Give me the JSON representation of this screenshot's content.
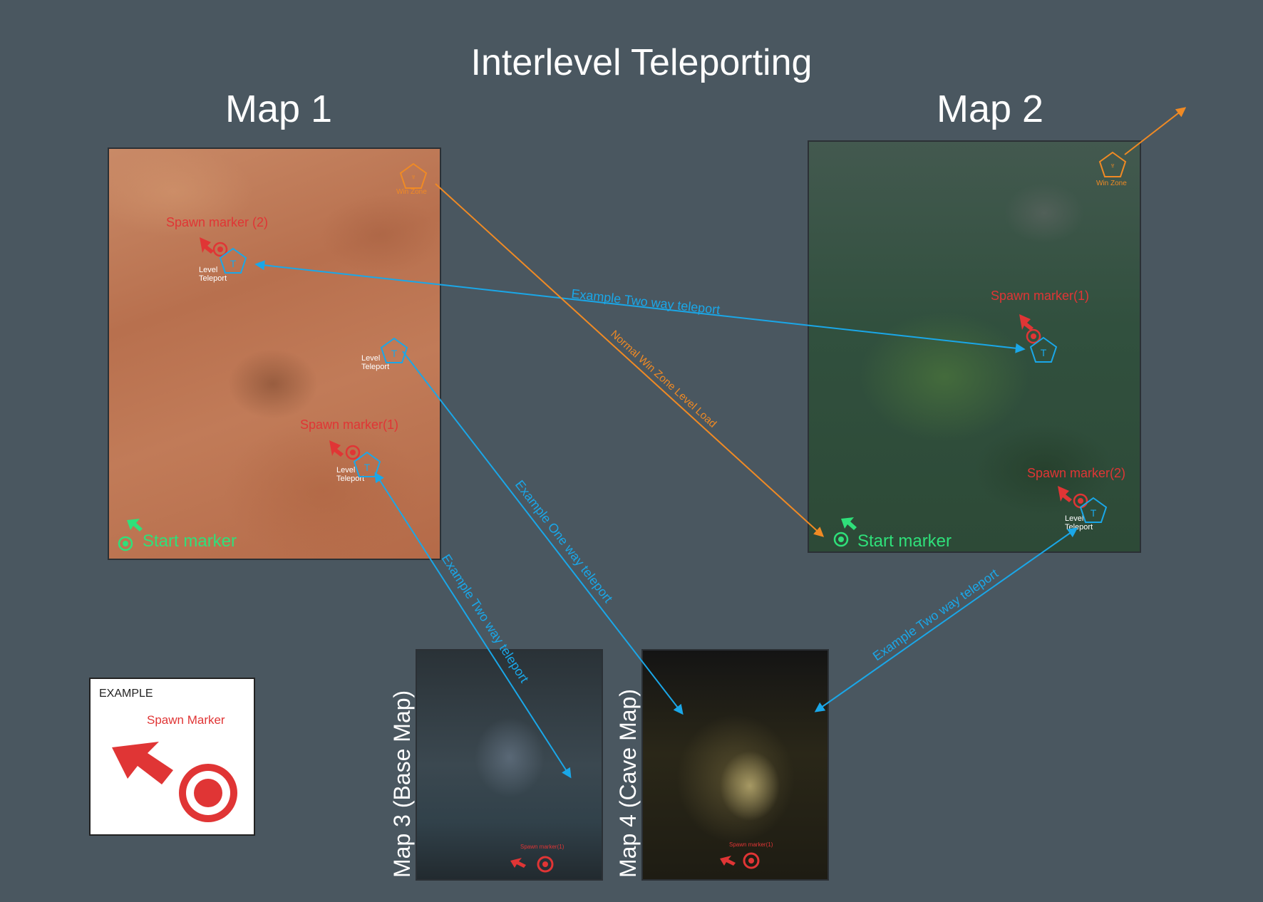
{
  "title": "Interlevel Teleporting",
  "maps": {
    "map1": "Map 1",
    "map2": "Map 2",
    "map3": "Map 3 (Base Map)",
    "map4": "Map 4 (Cave Map)"
  },
  "labels": {
    "win_zone": "Win Zone",
    "level_teleport_line1": "Level",
    "level_teleport_line2": "Teleport",
    "start_marker": "Start marker",
    "spawn_marker_1": "Spawn marker(1)",
    "spawn_marker_2": "Spawn marker(2)",
    "spawn_marker_2_alt": "Spawn marker (2)",
    "spawn_marker_small": "Spawn marker(1)"
  },
  "connections": {
    "two_way_top": "Example Two way teleport",
    "win_zone_load": "Normal Win Zone Level Load",
    "one_way": "Example One way teleport",
    "two_way_map3": "Example Two way teleport",
    "two_way_map4": "Example Two way teleport"
  },
  "example": {
    "title": "EXAMPLE",
    "label": "Spawn Marker"
  },
  "colors": {
    "background": "#4a5760",
    "teleport": "#1aa7e8",
    "win_zone": "#f08a24",
    "spawn": "#e03535",
    "start": "#2fe07a"
  }
}
